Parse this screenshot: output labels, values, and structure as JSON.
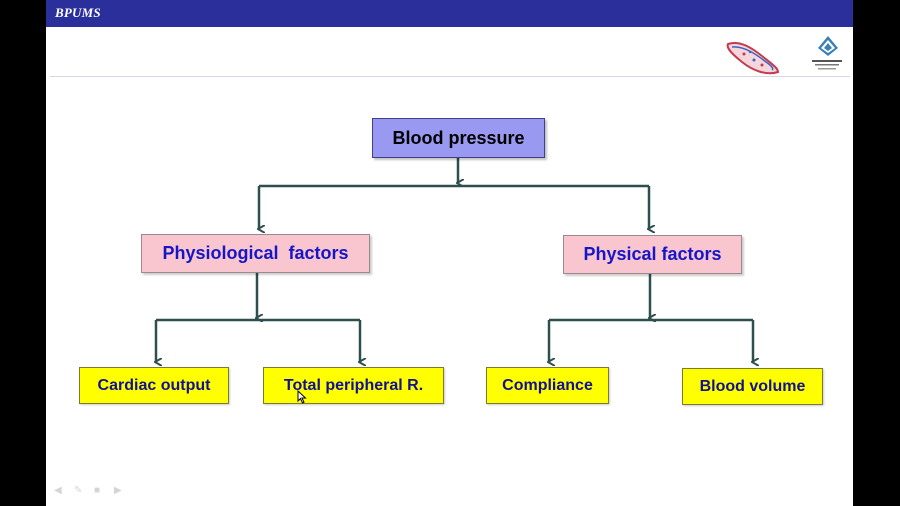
{
  "header": {
    "title": "BPUMS"
  },
  "diagram": {
    "root": "Blood pressure",
    "left_branch": {
      "label": "Physiological  factors",
      "children": [
        "Cardiac output",
        "Total peripheral R."
      ]
    },
    "right_branch": {
      "label": "Physical factors",
      "children": [
        "Compliance",
        "Blood volume"
      ]
    }
  },
  "colors": {
    "header_bar": "#2b2f9c",
    "root_fill": "#9999f2",
    "branch_fill": "#f9c5cf",
    "branch_text": "#1616c8",
    "leaf_fill": "#ffff00",
    "leaf_text": "#111194",
    "connector": "#2f4f4f"
  },
  "icons": [
    "heart-logo-icon",
    "university-logo-icon",
    "mouse-cursor-icon"
  ]
}
